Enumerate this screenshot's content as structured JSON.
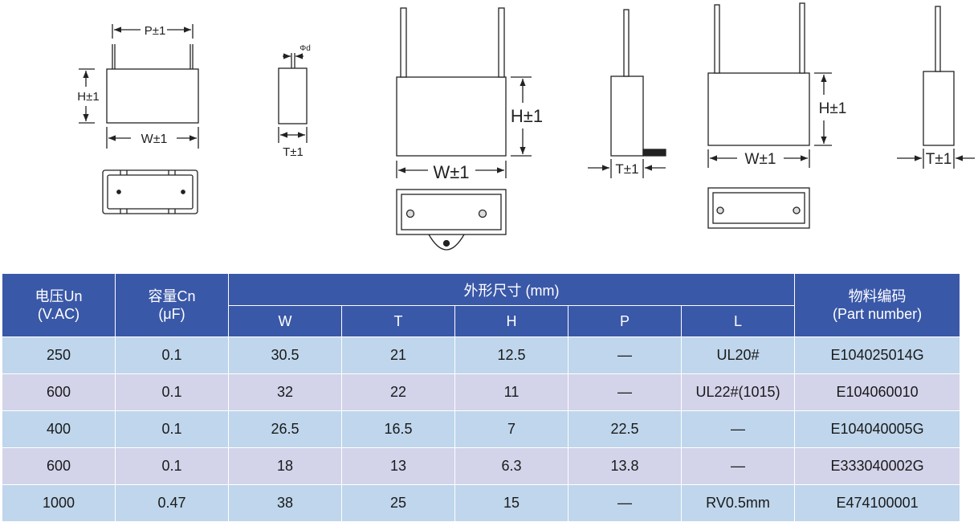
{
  "drawings": {
    "fig1": {
      "p_label": "P±1",
      "h_label": "H±1",
      "w_label": "W±1"
    },
    "fig2": {
      "d_label": "Φd",
      "t_label": "T±1"
    },
    "fig3": {
      "h_label": "H±1",
      "w_label": "W±1"
    },
    "fig4": {
      "t_label": "T±1"
    },
    "fig5": {
      "h_label": "H±1",
      "w_label": "W±1"
    },
    "fig6": {
      "t_label": "T±1"
    }
  },
  "table": {
    "header": {
      "voltage": {
        "line1": "电压Un",
        "line2": "(V.AC)"
      },
      "capacitance": {
        "line1": "容量Cn",
        "line2": "(μF)"
      },
      "dimensions": "外形尺寸 (mm)",
      "part": {
        "line1": "物料编码",
        "line2": "(Part number)"
      },
      "sub": [
        "W",
        "T",
        "H",
        "P",
        "L"
      ]
    },
    "rows": [
      {
        "un": "250",
        "cn": "0.1",
        "w": "30.5",
        "t": "21",
        "h": "12.5",
        "p": "—",
        "l": "UL20#",
        "part": "E104025014G"
      },
      {
        "un": "600",
        "cn": "0.1",
        "w": "32",
        "t": "22",
        "h": "11",
        "p": "—",
        "l": "UL22#(1015)",
        "part": "E104060010"
      },
      {
        "un": "400",
        "cn": "0.1",
        "w": "26.5",
        "t": "16.5",
        "h": "7",
        "p": "22.5",
        "l": "—",
        "part": "E104040005G"
      },
      {
        "un": "600",
        "cn": "0.1",
        "w": "18",
        "t": "13",
        "h": "6.3",
        "p": "13.8",
        "l": "—",
        "part": "E333040002G"
      },
      {
        "un": "1000",
        "cn": "0.47",
        "w": "38",
        "t": "25",
        "h": "15",
        "p": "—",
        "l": "RV0.5mm",
        "part": "E474100001"
      }
    ]
  }
}
